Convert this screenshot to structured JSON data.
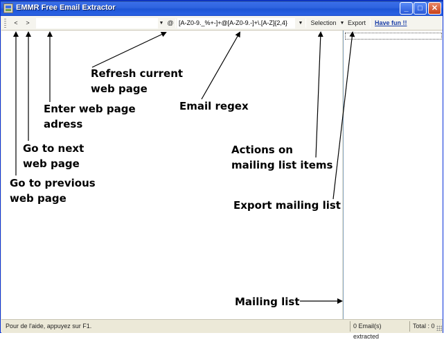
{
  "window": {
    "title": "EMMR Free Email Extractor",
    "buttons": {
      "minimize": "_",
      "maximize": "□",
      "close": "✕"
    }
  },
  "toolbar": {
    "back_label": "<",
    "forward_label": ">",
    "url_value": "",
    "refresh_label": "@",
    "regex_value": "[A-Z0-9._%+-]+@[A-Z0-9.-]+\\.[A-Z]{2,4}",
    "selection_label": "Selection",
    "export_label": "Export",
    "have_fun_label": "Have fun !!"
  },
  "annotations": {
    "refresh": [
      "Refresh current",
      "web page"
    ],
    "enter_address": [
      "Enter web page",
      "adress"
    ],
    "email_regex": [
      "Email regex"
    ],
    "go_next": [
      "Go to next",
      "web page"
    ],
    "go_previous": [
      "Go to previous",
      "web page"
    ],
    "actions": [
      "Actions on",
      "mailing list items"
    ],
    "export": [
      "Export mailing list"
    ],
    "mailing_list": [
      "Mailing list"
    ]
  },
  "statusbar": {
    "help_text": "Pour de l'aide, appuyez sur F1.",
    "emails_extracted": "0 Email(s) extracted",
    "total": "Total : 0"
  },
  "colors": {
    "titlebar": "#2f64e0",
    "link": "#1a3ea8",
    "pane_border": "#7f9db9"
  }
}
